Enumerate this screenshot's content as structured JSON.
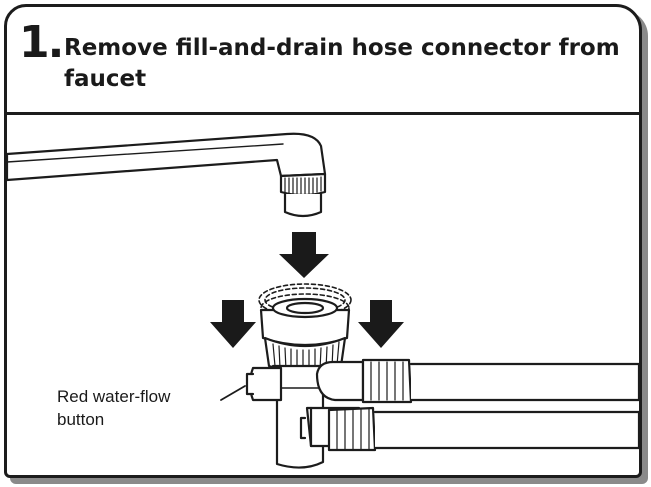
{
  "step": {
    "number": "1.",
    "title": "Remove fill-and-drain hose connector from faucet"
  },
  "callout": {
    "label": "Red water-flow\nbutton"
  }
}
